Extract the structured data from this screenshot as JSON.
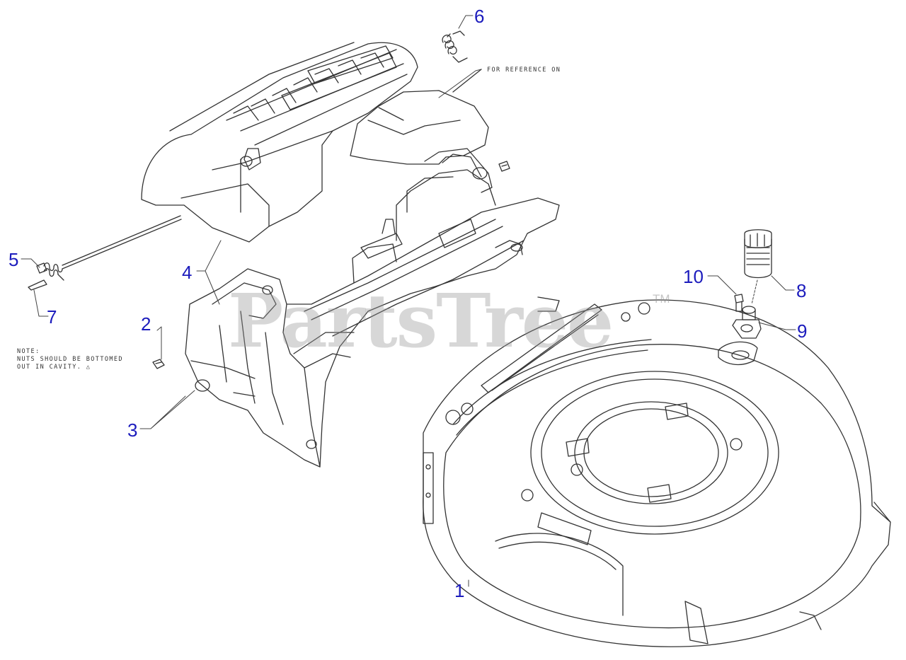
{
  "callouts": [
    {
      "id": "1",
      "label": "1"
    },
    {
      "id": "2",
      "label": "2"
    },
    {
      "id": "3",
      "label": "3"
    },
    {
      "id": "4",
      "label": "4"
    },
    {
      "id": "5",
      "label": "5"
    },
    {
      "id": "6",
      "label": "6"
    },
    {
      "id": "7",
      "label": "7"
    },
    {
      "id": "8",
      "label": "8"
    },
    {
      "id": "9",
      "label": "9"
    },
    {
      "id": "10",
      "label": "10"
    }
  ],
  "notes": {
    "reference": "FOR REFERENCE ON",
    "nuts_line1": "NOTE:",
    "nuts_line2": "NUTS SHOULD BE BOTTOMED",
    "nuts_line3": "OUT IN CAVITY. △"
  },
  "watermark": {
    "text": "PartsTree",
    "tm": "TM"
  },
  "colors": {
    "callout": "#1c1cbd",
    "line": "#333333",
    "watermark": "#969696"
  }
}
